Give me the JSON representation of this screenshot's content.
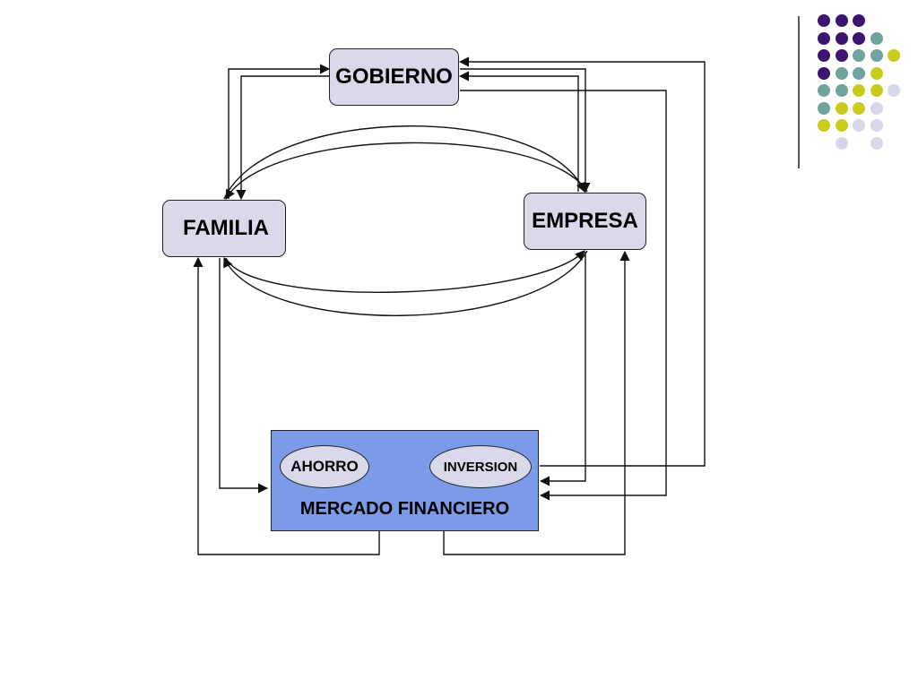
{
  "nodes": {
    "gobierno": "GOBIERNO",
    "familia": "FAMILIA",
    "empresa": "EMPRESA",
    "mercado": "MERCADO FINANCIERO",
    "ahorro": "AHORRO",
    "inversion": "INVERSION"
  },
  "colors": {
    "node_fill": "#d9d9ea",
    "mercado_fill": "#7b9be8",
    "dot_purple": "#3b1570",
    "dot_teal": "#6fa39d",
    "dot_yellow": "#c9cc1e",
    "dot_lavender": "#d7d7ea"
  }
}
